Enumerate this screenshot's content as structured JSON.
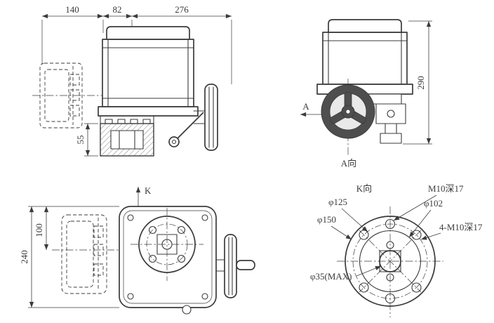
{
  "colors": {
    "line": "#3b3b3b",
    "dark": "#4e4e4e",
    "paper": "#ffffff",
    "metal": "#e9e9e9"
  },
  "side_view": {
    "dim_top_left": "140",
    "dim_top_mid": "82",
    "dim_top_right": "276",
    "dim_height": "55"
  },
  "front_view": {
    "section_arrow": "A",
    "dim_height": "290",
    "view_label": "A向"
  },
  "plan_view": {
    "section_arrow": "K",
    "dim_offset": "100",
    "dim_width": "240"
  },
  "flange_view": {
    "title": "K向",
    "tap_hole": "M10深17",
    "bolt_circle": "φ125",
    "spigot": "φ102",
    "flange_od": "φ150",
    "tap_holes_4": "4-M10深17",
    "center_bore": "φ35(MAX)"
  }
}
